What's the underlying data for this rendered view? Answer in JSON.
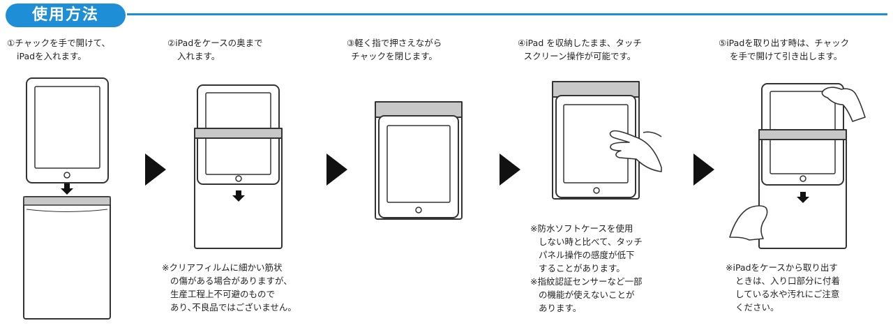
{
  "header": {
    "title": "使用方法"
  },
  "steps": [
    {
      "caption": [
        "①チャックを手で開けて、",
        "iPadを入れます。"
      ]
    },
    {
      "caption": [
        "②iPadをケースの奥まで",
        "入れます。"
      ]
    },
    {
      "caption": [
        "③軽く指で押さえながら",
        "チャックを閉じます。"
      ]
    },
    {
      "caption": [
        "④iPad を収納したまま、タッチ",
        "スクリーン操作が可能です。"
      ]
    },
    {
      "caption": [
        "⑤iPadを取り出す時は、チャック",
        "を手で開けて引き出します。"
      ]
    }
  ],
  "notes": {
    "step2": [
      "※クリアフィルムに細かい筋状",
      "の傷がある場合がありますが、",
      "生産工程上不可避のもので",
      "あり､不良品ではございません。"
    ],
    "step4": [
      "※防水ソフトケースを使用",
      "しない時と比べて、タッチ",
      "パネル操作の感度が低下",
      "することがあります。",
      "※指紋認証センサーなど一部",
      "の機能が使えないことが",
      "あります。"
    ],
    "step5": [
      "※iPadをケースから取り出す",
      "ときは、入り口部分に付着",
      "している水や汚れにご注意",
      "ください。"
    ]
  },
  "colors": {
    "accent": "#1e8fd6",
    "line": "#333333",
    "zipper": "#c8c8c8"
  }
}
